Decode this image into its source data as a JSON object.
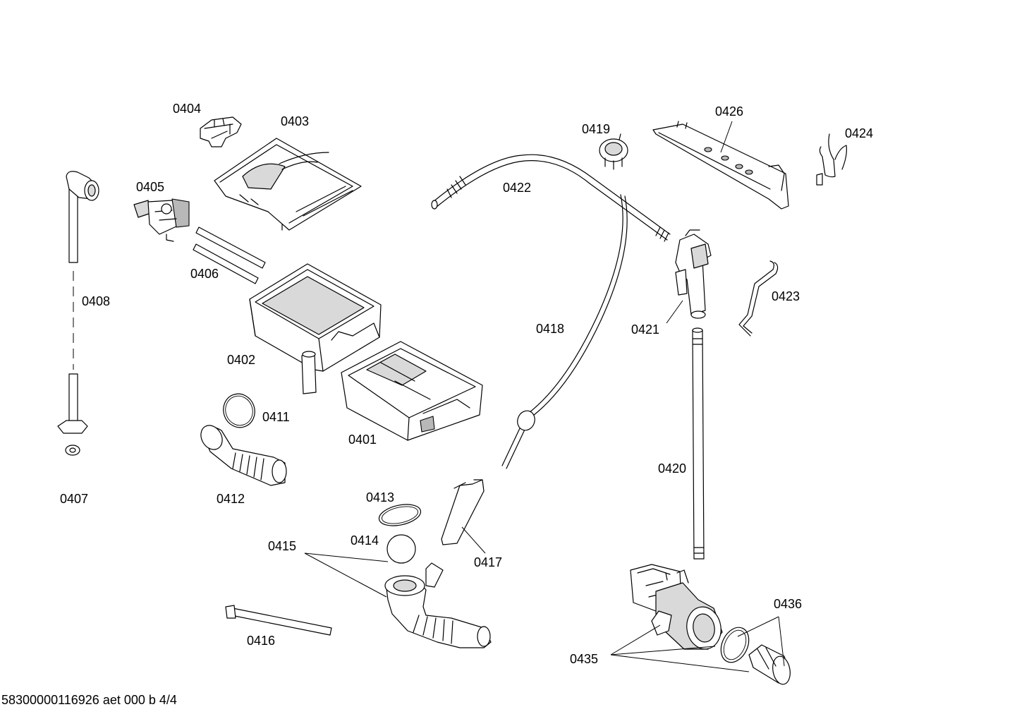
{
  "diagram": {
    "labels": {
      "p0401": "0401",
      "p0402": "0402",
      "p0403": "0403",
      "p0404": "0404",
      "p0405": "0405",
      "p0406": "0406",
      "p0407": "0407",
      "p0408": "0408",
      "p0411": "0411",
      "p0412": "0412",
      "p0413": "0413",
      "p0414": "0414",
      "p0415": "0415",
      "p0416": "0416",
      "p0417": "0417",
      "p0418": "0418",
      "p0419": "0419",
      "p0420": "0420",
      "p0421": "0421",
      "p0422": "0422",
      "p0423": "0423",
      "p0424": "0424",
      "p0426": "0426",
      "p0435": "0435",
      "p0436": "0436"
    },
    "footer": "58300000116926 aet 000 b 4/4"
  }
}
